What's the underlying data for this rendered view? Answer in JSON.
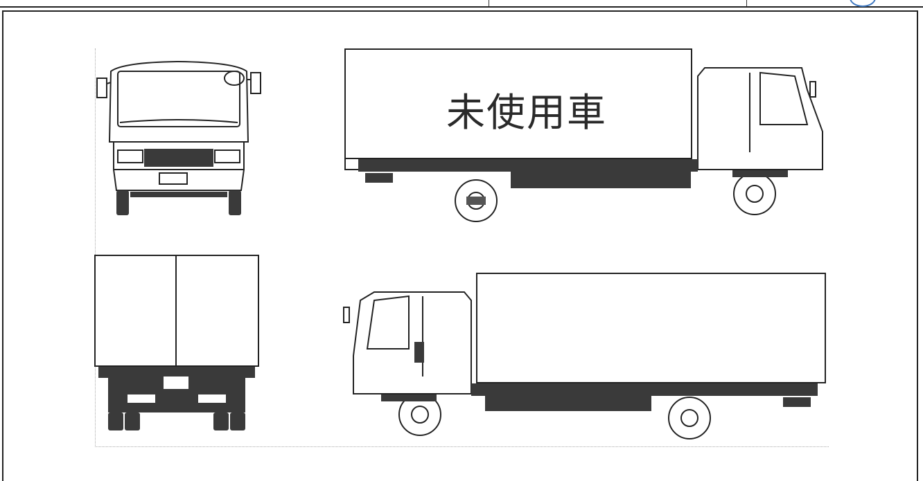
{
  "document": {
    "stamp_text": "未使用車"
  },
  "views": [
    {
      "name": "front-view"
    },
    {
      "name": "right-side-view"
    },
    {
      "name": "rear-view"
    },
    {
      "name": "left-side-view"
    }
  ],
  "colors": {
    "line": "#222222",
    "fill_dark": "#3a3a3a",
    "stamp_blue": "#3f78c0"
  }
}
